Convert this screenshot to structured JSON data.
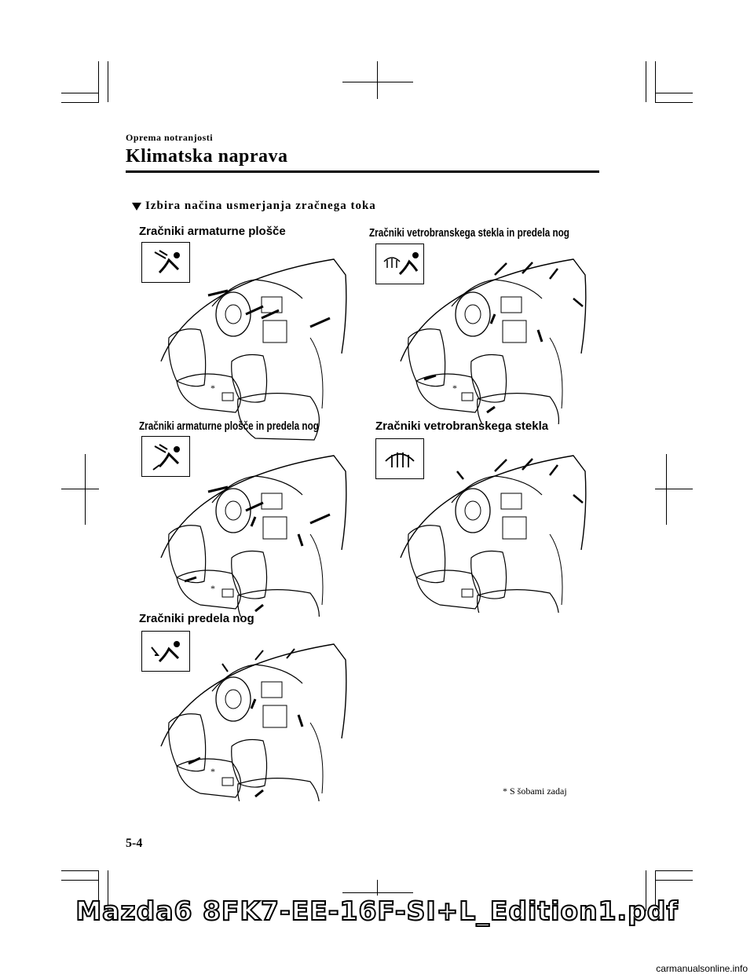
{
  "header": {
    "section": "Oprema notranjosti",
    "chapter_title": "Klimatska naprava"
  },
  "subheading": "Izbira načina usmerjanja zračnega toka",
  "modes": [
    {
      "label": "Zračniki armaturne plošče",
      "icon": "panel-vent-icon"
    },
    {
      "label": "Zračniki vetrobranskega stekla in predela nog",
      "icon": "defrost-floor-icon"
    },
    {
      "label": "Zračniki armaturne plošče in predela nog",
      "icon": "bi-level-icon"
    },
    {
      "label": "Zračniki vetrobranskega stekla",
      "icon": "defrost-icon"
    },
    {
      "label": "Zračniki predela nog",
      "icon": "floor-vent-icon"
    }
  ],
  "asterisk": "*",
  "footnote": "* S šobami zadaj",
  "page_number": "5-4",
  "watermark": "Mazda6 8FK7-EE-16F-SI+L_Edition1.pdf",
  "site": "carmanualsonline.info"
}
